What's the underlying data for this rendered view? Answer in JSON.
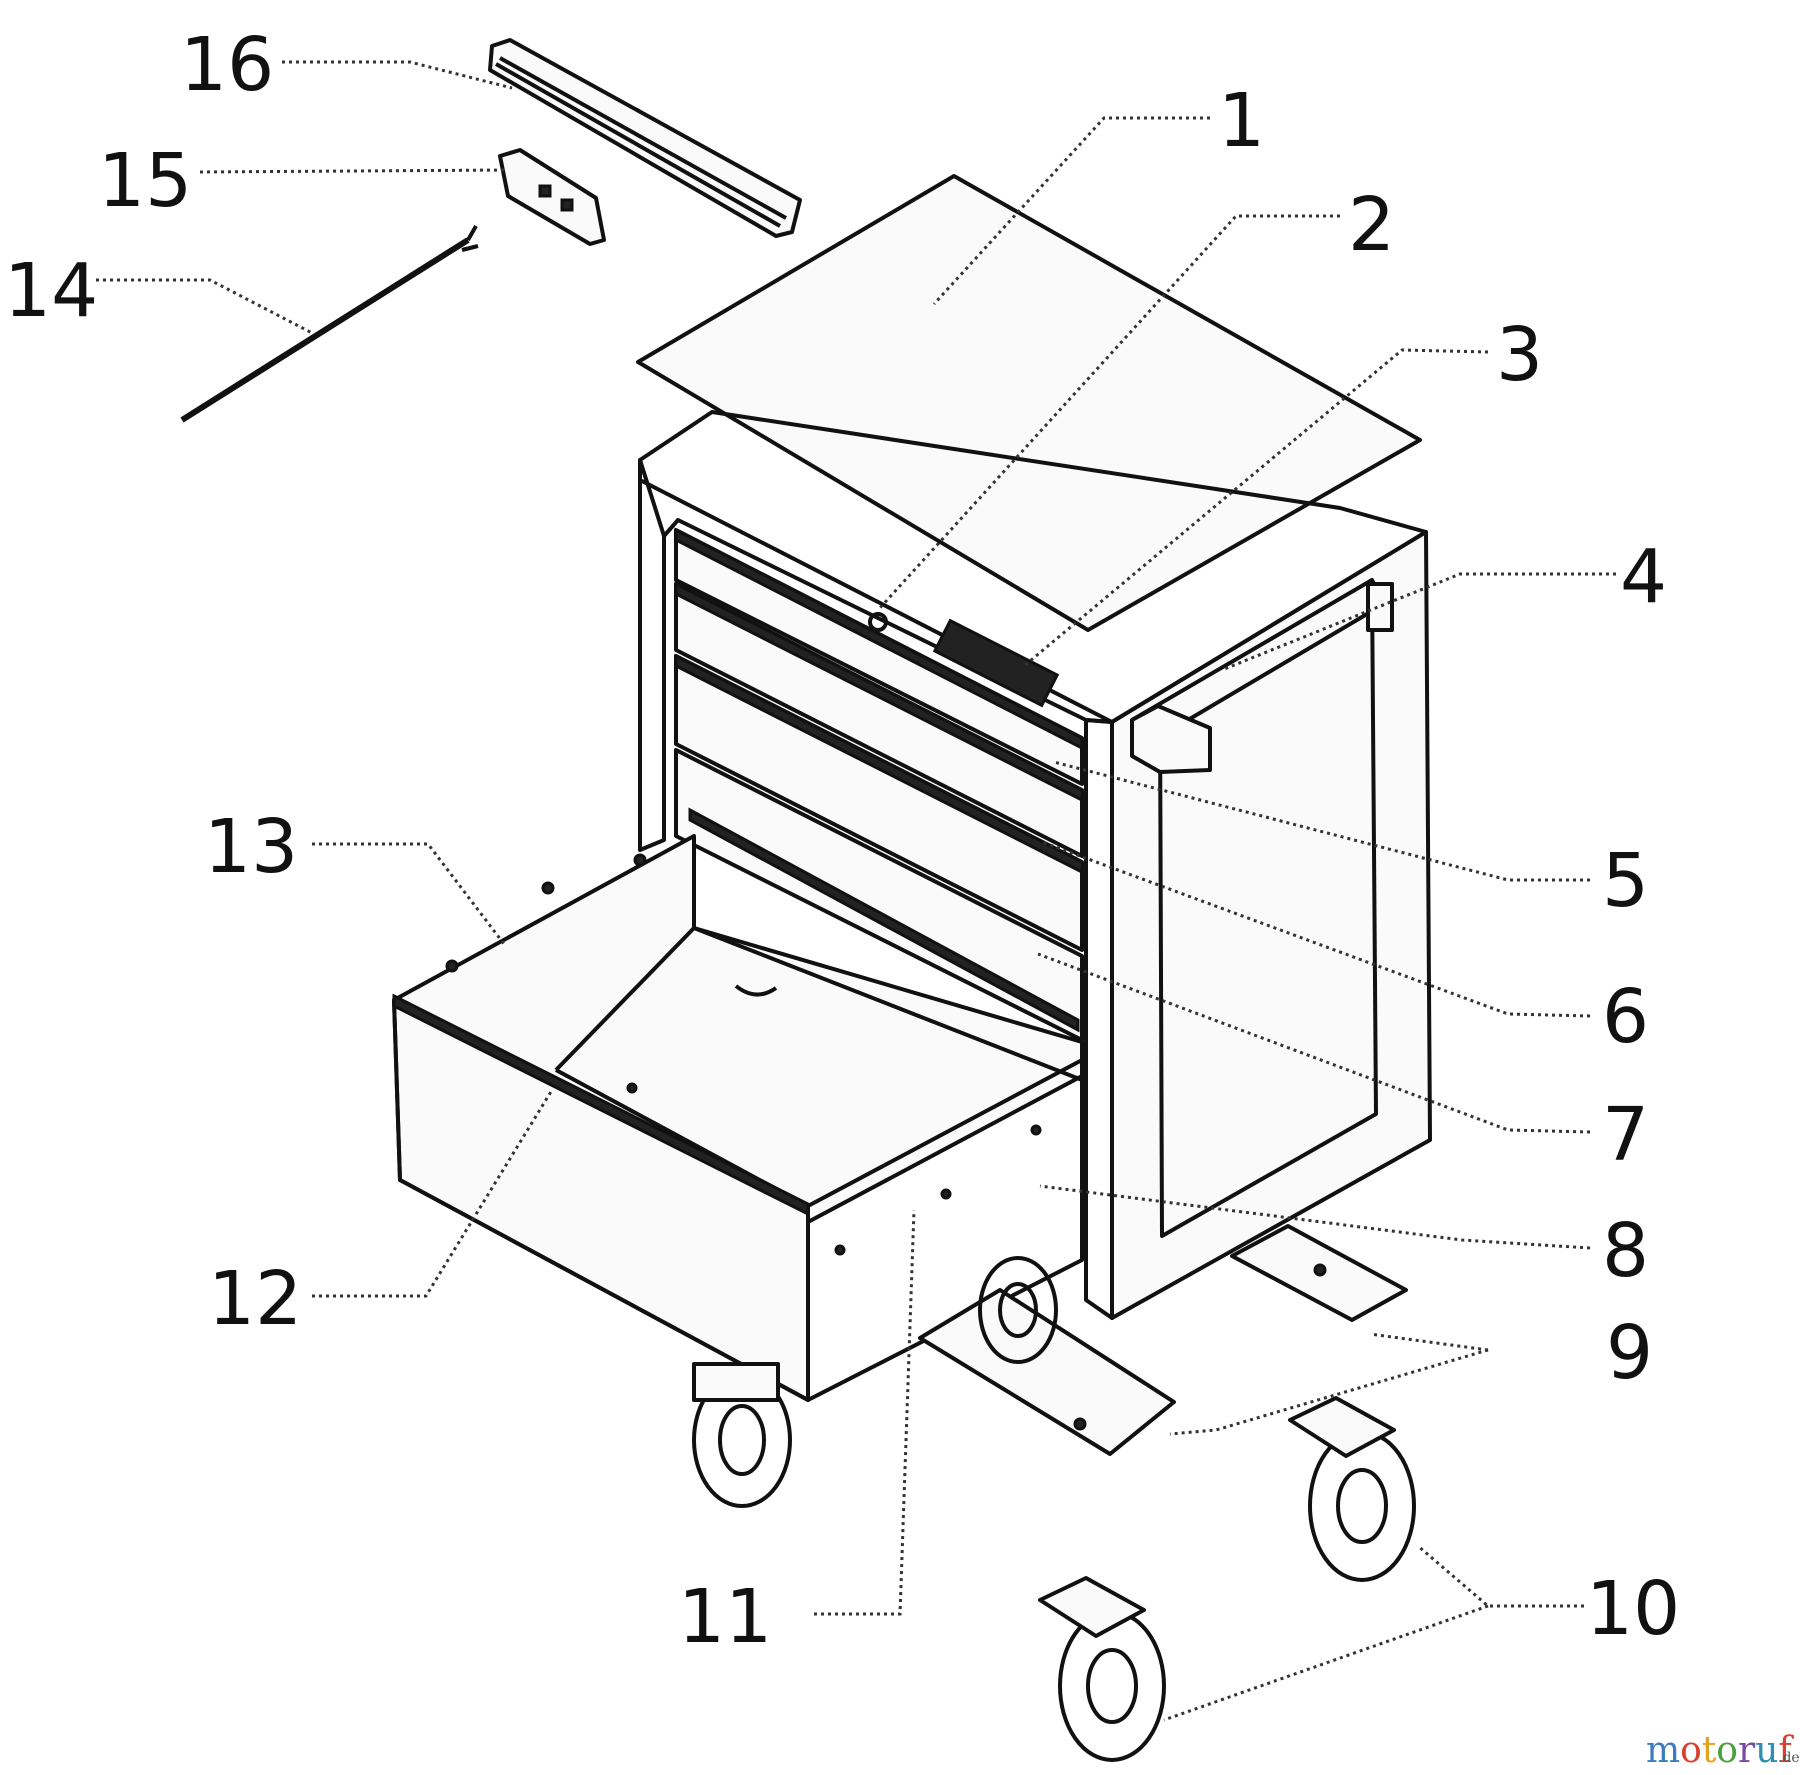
{
  "callouts": {
    "c1": "1",
    "c2": "2",
    "c3": "3",
    "c4": "4",
    "c5": "5",
    "c6": "6",
    "c7": "7",
    "c8": "8",
    "c9": "9",
    "c10": "10",
    "c11": "11",
    "c12": "12",
    "c13": "13",
    "c14": "14",
    "c15": "15",
    "c16": "16"
  },
  "watermark": {
    "letters": [
      "m",
      "o",
      "t",
      "o",
      "r",
      "u",
      "f"
    ],
    "suffix": ".de"
  }
}
